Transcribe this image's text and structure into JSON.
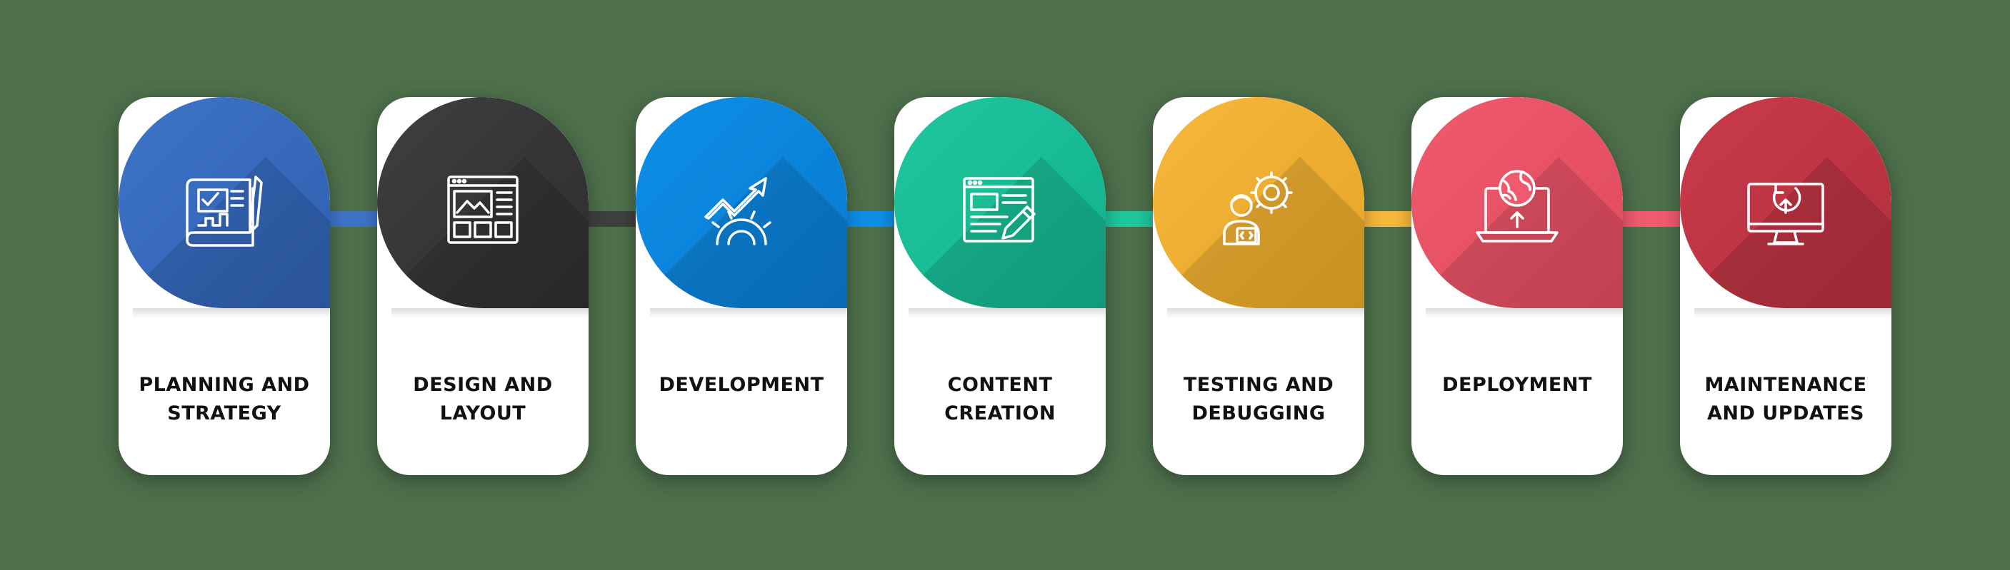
{
  "steps": [
    {
      "label": "PLANNING AND\nSTRATEGY",
      "icon": "blueprint-plan-icon",
      "color": "#3e74c8",
      "color2": "#2f5fb0"
    },
    {
      "label": "DESIGN AND\nLAYOUT",
      "icon": "web-layout-icon",
      "color": "#3f3f3f",
      "color2": "#2d2d2d"
    },
    {
      "label": "DEVELOPMENT",
      "icon": "growth-gear-icon",
      "color": "#0d8fe6",
      "color2": "#0a79d1"
    },
    {
      "label": "CONTENT\nCREATION",
      "icon": "content-edit-icon",
      "color": "#1fc79f",
      "color2": "#12b08c"
    },
    {
      "label": "TESTING AND\nDEBUGGING",
      "icon": "tester-gear-icon",
      "color": "#f6b73c",
      "color2": "#e6a526"
    },
    {
      "label": "DEPLOYMENT",
      "icon": "laptop-globe-upload-icon",
      "color": "#f05a6e",
      "color2": "#de4a5e"
    },
    {
      "label": "MAINTENANCE\nAND UPDATES",
      "icon": "monitor-update-icon",
      "color": "#c93a4a",
      "color2": "#b32f3e"
    }
  ],
  "connector_colors": [
    "#3e74c8",
    "#3f3f3f",
    "#0d8fe6",
    "#1fc79f",
    "#f6b73c",
    "#f05a6e"
  ]
}
